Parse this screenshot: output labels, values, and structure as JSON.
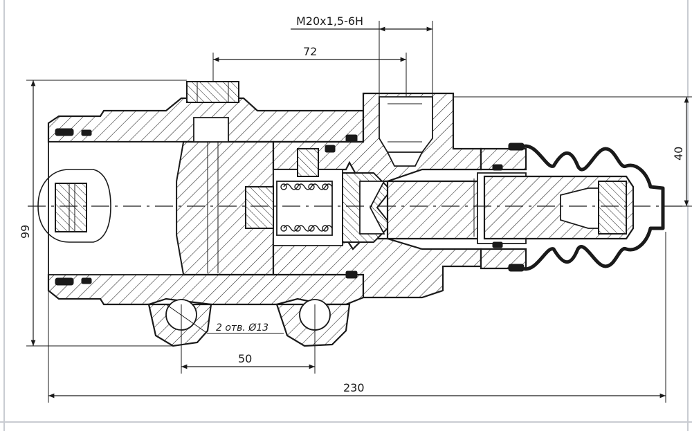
{
  "drawing": {
    "dimensions": {
      "thread": "M20x1,5-6H",
      "port_spacing": "72",
      "height_left": "99",
      "height_right": "40",
      "hole_spacing": "50",
      "overall_length": "230"
    },
    "hole_note": "2 отв. Ø13"
  }
}
